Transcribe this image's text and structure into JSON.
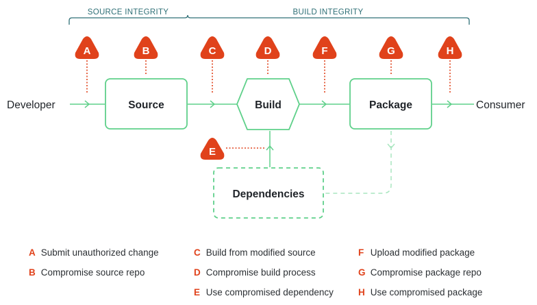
{
  "colors": {
    "threat": "#e0421b",
    "box_stroke": "#5fd08a",
    "arrow": "#5fd08a",
    "bracket": "#2e6f76",
    "text": "#1f2328"
  },
  "groups": {
    "source_integrity": "SOURCE INTEGRITY",
    "build_integrity": "BUILD INTEGRITY"
  },
  "actors": {
    "developer": "Developer",
    "consumer": "Consumer"
  },
  "nodes": {
    "source": "Source",
    "build": "Build",
    "package": "Package",
    "dependencies": "Dependencies"
  },
  "threats": {
    "A": "A",
    "B": "B",
    "C": "C",
    "D": "D",
    "E": "E",
    "F": "F",
    "G": "G",
    "H": "H"
  },
  "legend": [
    [
      {
        "letter": "A",
        "text": "Submit unauthorized change"
      },
      {
        "letter": "B",
        "text": "Compromise source repo"
      }
    ],
    [
      {
        "letter": "C",
        "text": "Build from modified source"
      },
      {
        "letter": "D",
        "text": "Compromise build process"
      },
      {
        "letter": "E",
        "text": "Use compromised dependency"
      }
    ],
    [
      {
        "letter": "F",
        "text": "Upload modified package"
      },
      {
        "letter": "G",
        "text": "Compromise package repo"
      },
      {
        "letter": "H",
        "text": "Use compromised package"
      }
    ]
  ]
}
